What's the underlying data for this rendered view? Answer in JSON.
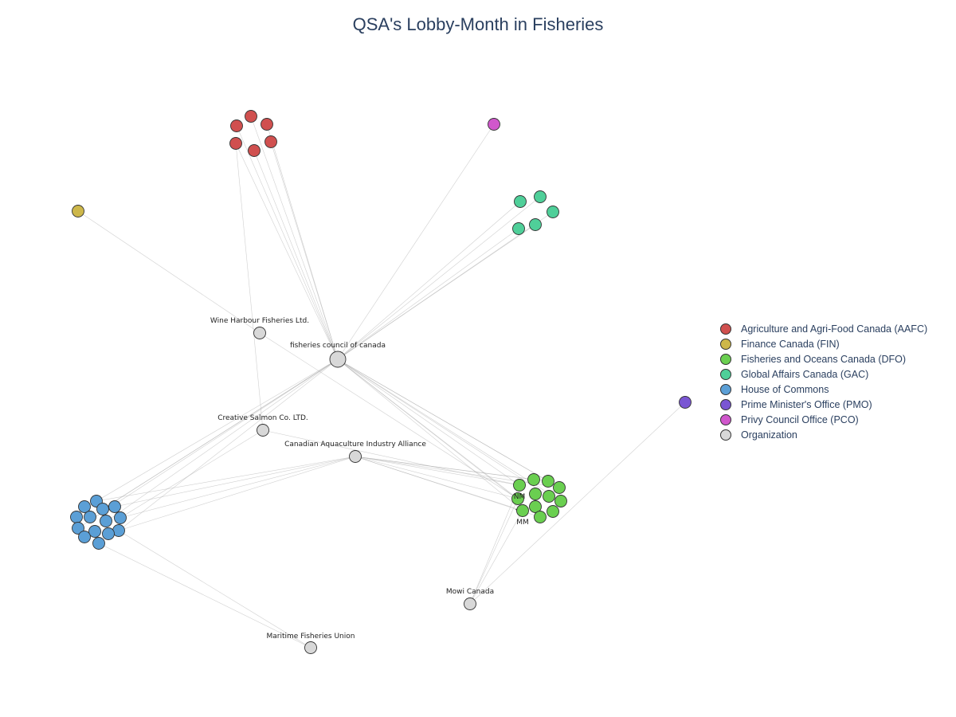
{
  "title": "QSA's Lobby-Month in Fisheries",
  "colors": {
    "AAFC": "#d0504f",
    "FIN": "#cdb74a",
    "DFO": "#6acf50",
    "GAC": "#4fcf99",
    "HOC": "#5b9fd6",
    "PMO": "#7a56d3",
    "PCO": "#d057cc",
    "ORG": "#d8d8d8"
  },
  "legend": [
    {
      "key": "AAFC",
      "label": "Agriculture and Agri-Food Canada (AAFC)"
    },
    {
      "key": "FIN",
      "label": "Finance Canada (FIN)"
    },
    {
      "key": "DFO",
      "label": "Fisheries and Oceans Canada (DFO)"
    },
    {
      "key": "GAC",
      "label": "Global Affairs Canada (GAC)"
    },
    {
      "key": "HOC",
      "label": "House of Commons"
    },
    {
      "key": "PMO",
      "label": "Prime Minister's Office (PMO)"
    },
    {
      "key": "PCO",
      "label": "Privy Council Office (PCO)"
    },
    {
      "key": "ORG",
      "label": "Organization"
    }
  ],
  "organizations": [
    {
      "id": "fcc",
      "label": "fisheries council of canada"
    },
    {
      "id": "whf",
      "label": "Wine Harbour Fisheries Ltd."
    },
    {
      "id": "csc",
      "label": "Creative Salmon Co. LTD."
    },
    {
      "id": "caia",
      "label": "Canadian Aquaculture Industry Alliance"
    },
    {
      "id": "mowi",
      "label": "Mowi Canada"
    },
    {
      "id": "mfu",
      "label": "Maritime Fisheries Union"
    }
  ],
  "node_annotations": [
    {
      "id": "dfo_nm",
      "label": "NM"
    },
    {
      "id": "dfo_mm",
      "label": "MM"
    },
    {
      "id": "dfo_dash",
      "label": "-"
    }
  ]
}
